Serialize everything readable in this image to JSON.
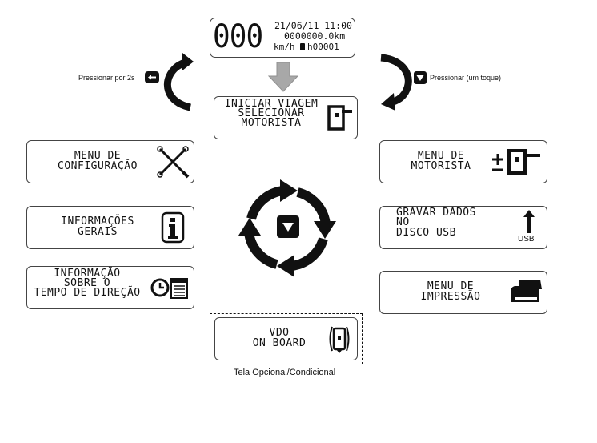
{
  "display": {
    "digits": "000",
    "datetime": "21/06/11 11:00",
    "odometer": "0000000.0km",
    "speed_unit": "km/h",
    "hours": "h00001"
  },
  "left_hint": "Pressionar por 2s",
  "right_hint": "Pressionar (um toque)",
  "center_box": {
    "lines": [
      "INICIAR VIAGEM",
      "SELECIONAR",
      "MOTORISTA"
    ]
  },
  "menus": {
    "config": [
      "MENU DE",
      "CONFIGURAÇÃO"
    ],
    "info_gerais": [
      "INFORMAÇÕES",
      "GERAIS"
    ],
    "tempo_direcao": [
      "INFORMAÇÃO",
      "SOBRE O",
      "TEMPO DE DIREÇÃO"
    ],
    "motorista": [
      "MENU DE",
      "MOTORISTA"
    ],
    "usb": [
      "GRAVAR DADOS",
      "NO",
      "DISCO USB"
    ],
    "usb_label": "USB",
    "impressao": [
      "MENU DE",
      "IMPRESSÃO"
    ],
    "vdo": [
      "VDO",
      "ON BOARD"
    ]
  },
  "optional_caption": "Tela Opcional/Condicional",
  "colors": {
    "lcd_border": "#444444",
    "gray_arrow": "#a8a8a8",
    "ink": "#111111"
  },
  "icons": [
    "back-button-icon",
    "down-button-icon",
    "card-icon",
    "tools-icon",
    "info-icon",
    "clock-calendar-icon",
    "plus-minus-card-icon",
    "usb-upload-arrow-icon",
    "printer-icon",
    "vdo-onboard-icon"
  ]
}
